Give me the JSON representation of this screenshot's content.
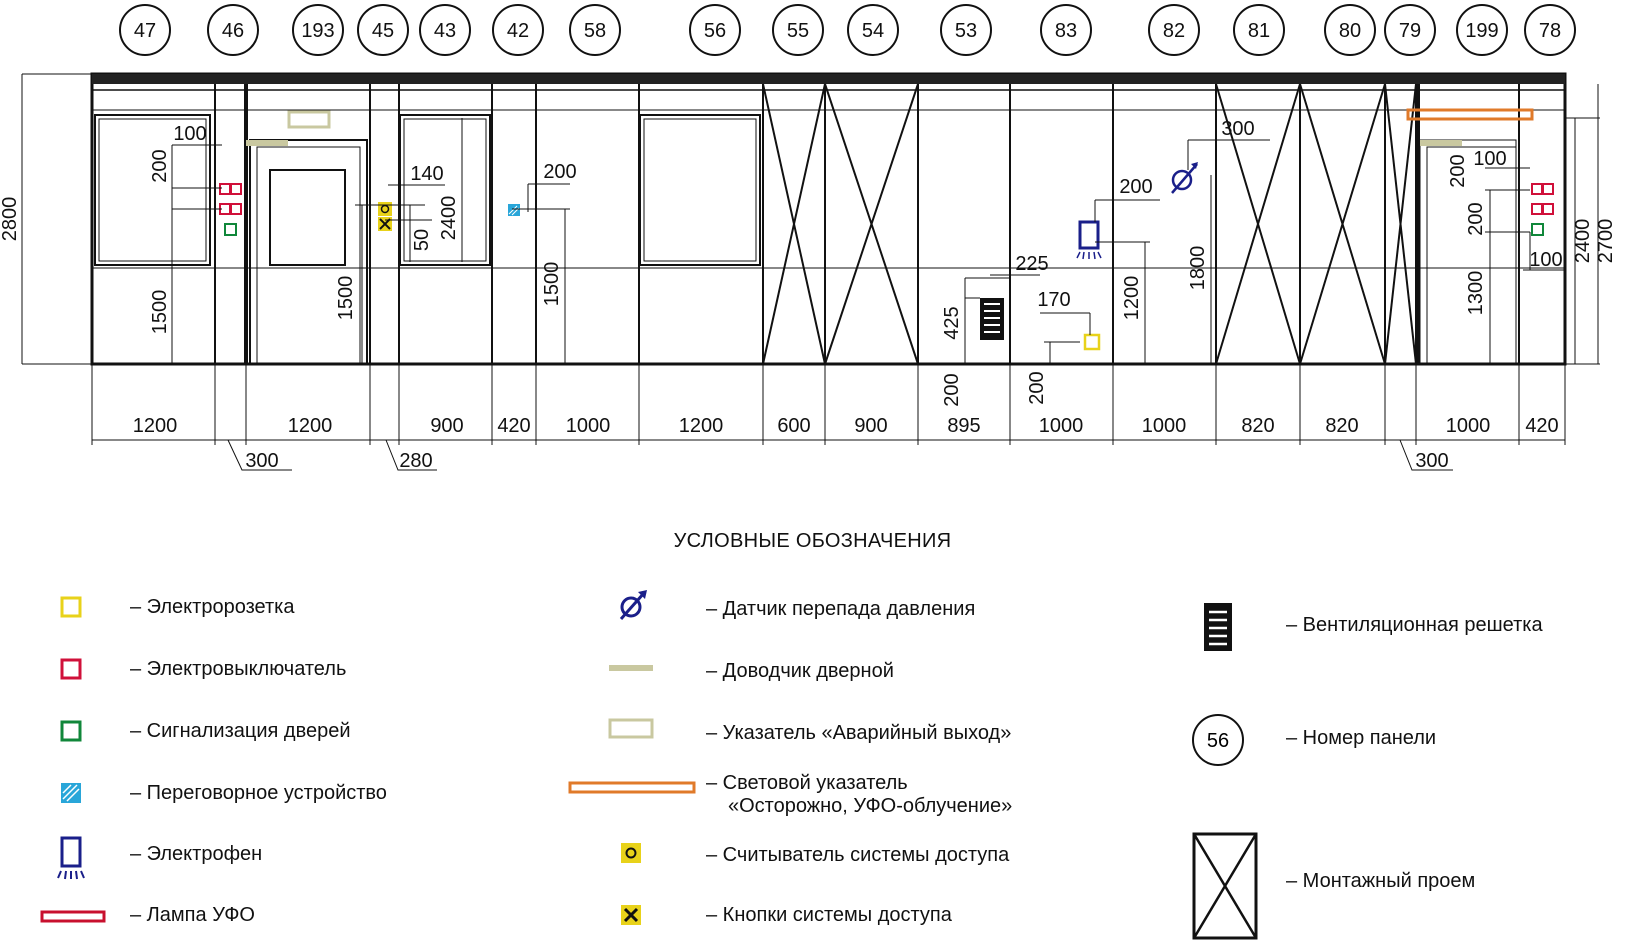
{
  "panel_numbers": [
    "47",
    "46",
    "193",
    "45",
    "43",
    "42",
    "58",
    "56",
    "55",
    "54",
    "53",
    "83",
    "82",
    "81",
    "80",
    "79",
    "199",
    "78"
  ],
  "overall": {
    "height_left": "2800",
    "height_right_a": "2400",
    "height_right_b": "2700"
  },
  "widths": [
    "1200",
    "1200",
    "900",
    "420",
    "1000",
    "1200",
    "600",
    "900",
    "895",
    "1000",
    "1000",
    "820",
    "820",
    "1000",
    "420"
  ],
  "offsets": [
    "300",
    "280",
    "300"
  ],
  "dims": {
    "p47_100": "100",
    "p47_200": "200",
    "p47_1500": "1500",
    "p193_1500": "1500",
    "p45_140": "140",
    "p45_50": "50",
    "p43_2400": "2400",
    "p42_200": "200",
    "p58_1500": "1500",
    "p53_225": "225",
    "p53_425": "425",
    "p53_200": "200",
    "p83_170": "170",
    "p83_200": "200",
    "p82_200": "200",
    "p82_1200": "1200",
    "p81_300": "300",
    "p81_1800": "1800",
    "p199_200a": "200",
    "p199_100a": "100",
    "p199_200b": "200",
    "p199_1300": "1300",
    "p78_100": "100"
  },
  "legend": {
    "title": "УСЛОВНЫЕ ОБОЗНАЧЕНИЯ",
    "socket": "– Электророзетка",
    "switch": "– Электровыключатель",
    "door_alarm": "– Сигнализация дверей",
    "intercom": "– Переговорное устройство",
    "hand_dryer": "– Электрофен",
    "uv_lamp": "– Лампа УФО",
    "pressure_sensor": "– Датчик перепада давления",
    "door_closer": "– Доводчик дверной",
    "exit_sign": "– Указатель «Аварийный выход»",
    "uv_warning_line1": "– Световой указатель",
    "uv_warning_line2": "«Осторожно, УФО-облучение»",
    "card_reader": "– Считыватель системы доступа",
    "access_buttons": "– Кнопки системы доступа",
    "vent_grille": "– Вентиляционная решетка",
    "panel_number": "– Номер панели",
    "panel_number_sample": "56",
    "mounting_opening": "– Монтажный проем"
  },
  "colors": {
    "socket": "#e8d21a",
    "switch": "#d0103a",
    "door_alarm": "#10873a",
    "intercom": "#29a6d9",
    "hand_dryer": "#1a1f8a",
    "uv_lamp": "#c8102e",
    "pressure_sensor": "#1a1f8a",
    "door_closer": "#c9c8a0",
    "exit_sign": "#c9c8a0",
    "uv_warning": "#e07a2a",
    "card_reader": "#e8d21a"
  }
}
